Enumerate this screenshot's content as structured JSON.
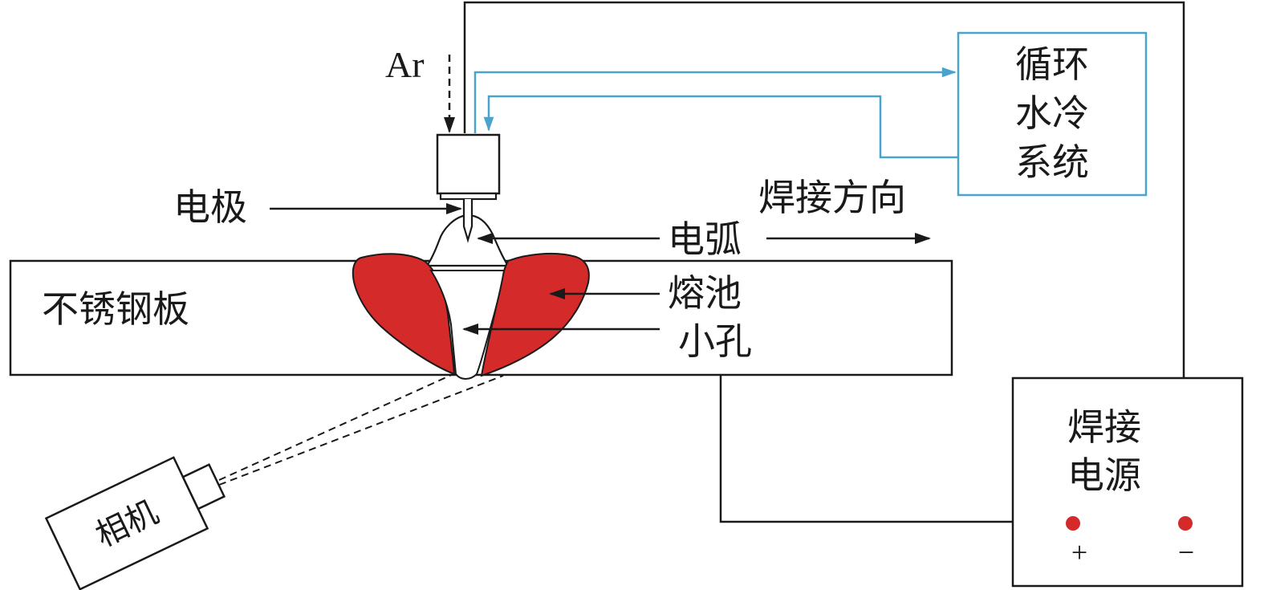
{
  "labels": {
    "ar": "Ar",
    "electrode": "电极",
    "cooling_system": [
      "循环",
      "水冷",
      "系统"
    ],
    "welding_direction": "焊接方向",
    "arc": "电弧",
    "plate": "不锈钢板",
    "weld_pool": "熔池",
    "keyhole": "小孔",
    "camera": "相机",
    "power_source": [
      "焊接",
      "电源"
    ],
    "plus": "+",
    "minus": "−"
  },
  "colors": {
    "line": "#1a1a1a",
    "cooling": "#4aa3cc",
    "weld_pool": "#d42a2a",
    "terminal": "#d42a2a"
  },
  "icons": [
    "torch-icon",
    "electrode-tip-icon",
    "camera-icon",
    "terminal-dot-icon"
  ]
}
